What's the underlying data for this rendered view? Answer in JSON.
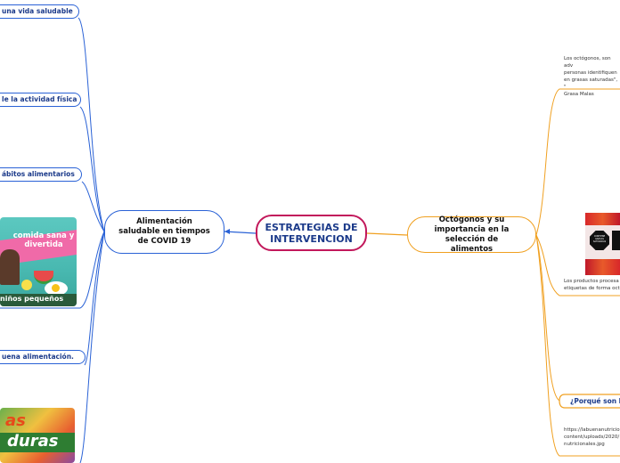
{
  "central": {
    "title": "ESTRATEGIAS DE INTERVENCION"
  },
  "left_main": {
    "label": "Alimentación saludable en tiempos de COVID 19"
  },
  "right_main": {
    "label": "Octógonos y su importancia en la selección de alimentos"
  },
  "left_leaves": [
    {
      "label": "una vida saludable"
    },
    {
      "label": "le la actividad física"
    },
    {
      "label": "ábitos alimentarios"
    },
    {
      "label": "niños pequeños"
    },
    {
      "label": "uena alimentación."
    }
  ],
  "left_images": {
    "kids_poster_text": "comida sana y divertida",
    "veggies_poster_text_1": "as",
    "veggies_poster_text_2": "duras"
  },
  "right_notes": {
    "octagons_intro": [
      "Los octógonos, son adv",
      "personas  identifiquen",
      "en grasas saturadas\", \"",
      "Grasa Malas"
    ],
    "processed": [
      "Los productos procesa",
      "etiquetas de forma oct"
    ],
    "link": [
      "https://labuenanutricio",
      "content/uploads/2020/",
      "nutricionales.jpg"
    ]
  },
  "right_leaf": {
    "label": "¿Porqué son l"
  },
  "octagon_labels": {
    "label1": "CONTIENE",
    "label2": "GRASAS",
    "label3": "SATURADAS"
  },
  "colors": {
    "central": "#c2185b",
    "left_branch": "#2a62d6",
    "right_branch": "#f0a020"
  }
}
